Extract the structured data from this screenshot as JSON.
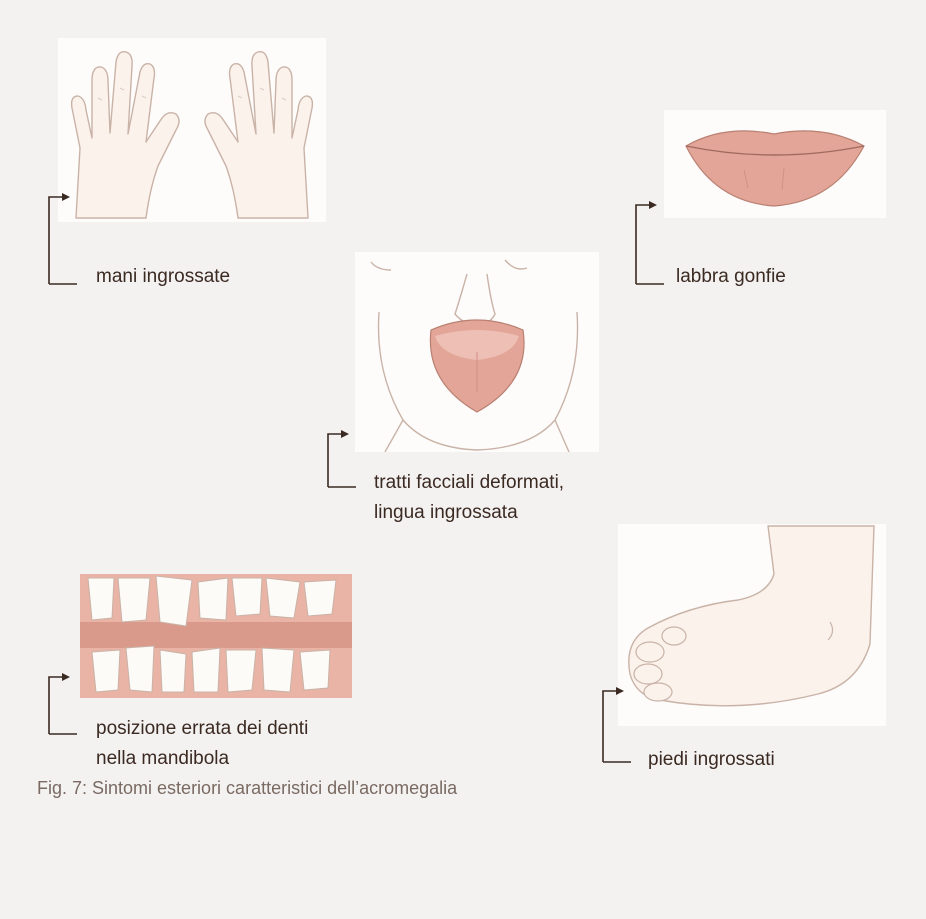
{
  "labels": {
    "hands": "mani ingrossate",
    "lips": "labbra gonfie",
    "face_line1": "tratti facciali deformati,",
    "face_line2": "lingua ingrossata",
    "teeth_line1": "posizione errata dei denti",
    "teeth_line2": "nella mandibola",
    "feet": "piedi ingrossati"
  },
  "caption": "Fig. 7: Sintomi esteriori caratteristici dell’acromegalia",
  "colors": {
    "background": "#f3f2f1",
    "illustration_bg": "#fdfcfb",
    "flesh_pink": "#e9b3a6",
    "lip_pink": "#e2a597",
    "line": "#cdbfb8",
    "bracket": "#3b2a22",
    "text": "#3b2a22",
    "caption": "#7a6a62"
  },
  "icons": {
    "hands": "enlarged-hands-illustration",
    "lips": "swollen-lips-illustration",
    "face": "face-with-tongue-illustration",
    "teeth": "misaligned-teeth-illustration",
    "foot": "enlarged-foot-illustration",
    "bracket": "bracket-arrow-icon"
  }
}
